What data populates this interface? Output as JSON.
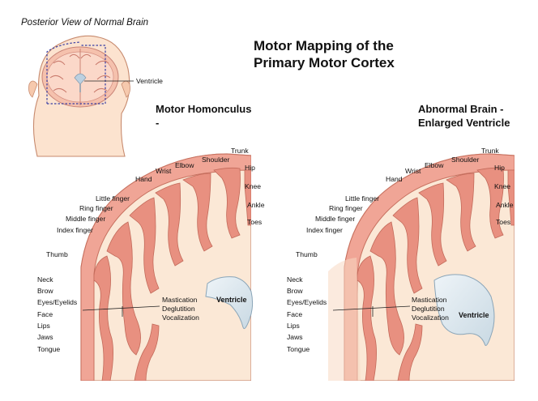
{
  "caption": "Posterior View of Normal Brain",
  "inset_label": "Ventricle",
  "title_lines": [
    "Motor Mapping of the",
    "Primary Motor Cortex"
  ],
  "left_panel": {
    "title_lines": [
      "Motor Homonculus",
      "-"
    ],
    "ventricle_label": "Ventricle"
  },
  "right_panel": {
    "title_lines": [
      "Abnormal Brain -",
      "Enlarged Ventricle"
    ],
    "ventricle_label": "Ventricle"
  },
  "labels": {
    "trunk": "Trunk",
    "shoulder": "Shoulder",
    "elbow": "Elbow",
    "wrist": "Wrist",
    "hand": "Hand",
    "hip": "Hip",
    "knee": "Knee",
    "ankle": "Ankle",
    "toes": "Toes",
    "little_finger": "Little finger",
    "ring_finger": "Ring finger",
    "middle_finger": "Middle finger",
    "index_finger": "Index finger",
    "thumb": "Thumb",
    "neck": "Neck",
    "brow": "Brow",
    "eyes_eyelids": "Eyes/Eyelids",
    "face": "Face",
    "lips": "Lips",
    "jaws": "Jaws",
    "tongue": "Tongue",
    "mastication": "Mastication",
    "deglutition": "Deglutition",
    "vocalization": "Vocalization"
  }
}
